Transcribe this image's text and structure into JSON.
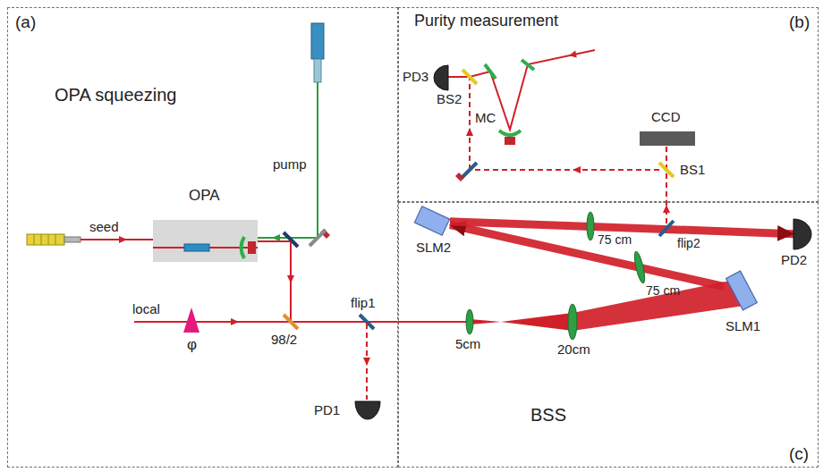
{
  "diagram": {
    "nodes": [
      {
        "text": [
          "(a)",
          "OPA squeezing"
        ]
      },
      {
        "text": [
          "OPA"
        ],
        "in": 0
      },
      {
        "text": [
          "PD1"
        ],
        "in": 0
      },
      {
        "text": [
          "(b)",
          "Purity measurement"
        ]
      },
      {
        "text": [
          "PD3"
        ],
        "in": 3
      },
      {
        "text": [
          "CCD"
        ],
        "in": 3
      },
      {
        "text": [
          "(c)",
          "BSS"
        ]
      },
      {
        "text": [
          "SLM2"
        ],
        "in": 6
      },
      {
        "text": [
          "PD2"
        ],
        "in": 6
      },
      {
        "text": [
          "SLM1"
        ],
        "in": 6
      }
    ],
    "edges": [
      {
        "from": 9,
        "to": 7,
        "arrow": "to"
      },
      {
        "from": 7,
        "to": 8,
        "arrow": "to"
      }
    ],
    "labels": [
      "seed",
      "pump",
      "local",
      "φ",
      "98/2",
      "flip1",
      "5cm",
      "20cm",
      "75 cm",
      "75 cm",
      "flip2",
      "MC",
      "BS1",
      "BS2"
    ]
  }
}
